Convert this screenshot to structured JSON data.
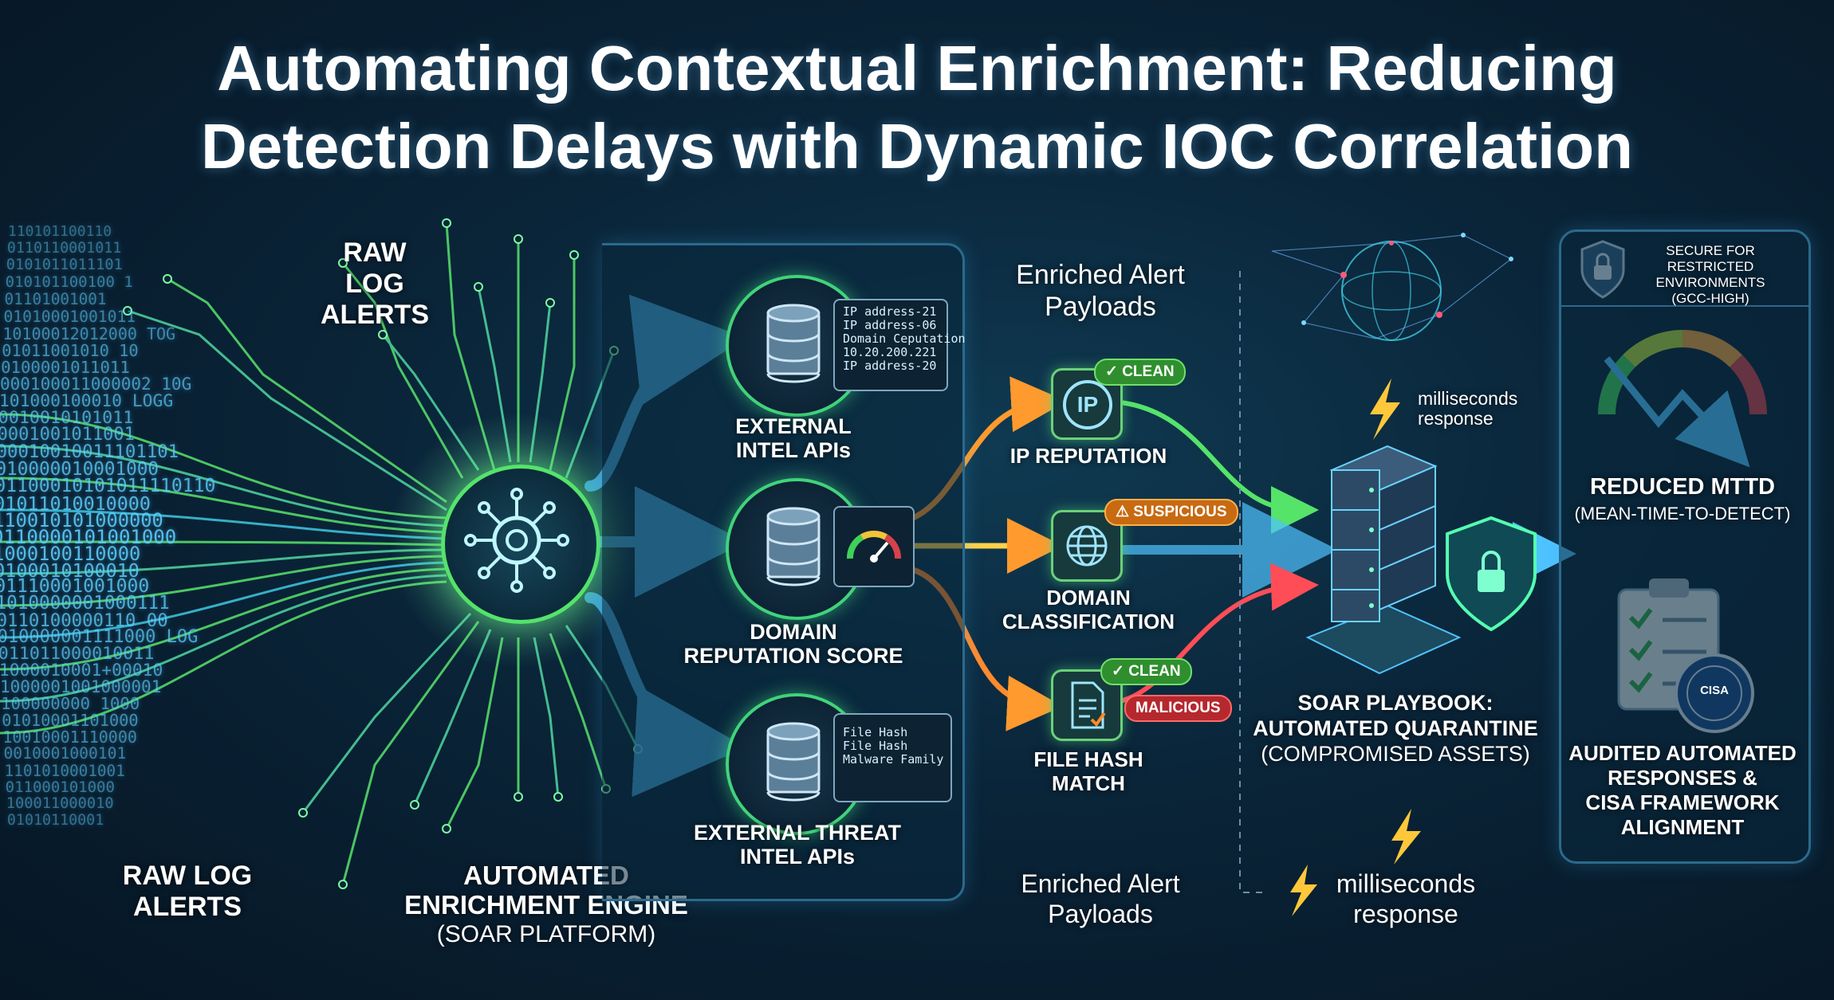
{
  "title": {
    "line1": "Automating Contextual Enrichment: Reducing",
    "line2": "Detection Delays with Dynamic IOC Correlation"
  },
  "left": {
    "raw_top": [
      "RAW",
      "LOG",
      "ALERTS"
    ],
    "raw_bottom": [
      "RAW LOG",
      "ALERTS"
    ],
    "binary_rows": [
      "110101100110",
      "0110110001011",
      "0101011011101",
      "010101100100 1",
      "01101001001",
      "01010001001011",
      "10100012012000 TOG",
      "01011001010 10",
      "0100001011011",
      "000100011000002 10G",
      "101000100010 LOGG",
      "0010010101011",
      "0001001011001",
      "00010010011101101",
      "010000010001000",
      "01100010101011110110",
      "01011010010000",
      "110010101000000",
      "0110000101001000",
      "1000100110000",
      "0100010100010",
      "01110001001000",
      "1010000001000111",
      "0110100000110 00",
      "010000001111000 LOG",
      "011011000010011",
      "1000010001+00010",
      "1000001001000001",
      "100000000 1000",
      "01010001101000",
      "10010001110000",
      "0010001000101",
      "1101010001001",
      "011000101000",
      "100011000010",
      "01010110001"
    ]
  },
  "engine": {
    "lines": [
      "AUTOMATED",
      "ENRICHMENT ENGINE"
    ],
    "sub": "(SOAR PLATFORM)",
    "icon": "gear-network-icon"
  },
  "sources": [
    {
      "icon": "database-icon",
      "label": [
        "EXTERNAL",
        "INTEL APIs"
      ],
      "card": [
        "IP address-21",
        "IP address-06",
        "Domain Ceputation",
        "10.20.200.221",
        "IP address-20"
      ]
    },
    {
      "icon": "database-icon",
      "label": [
        "DOMAIN",
        "REPUTATION SCORE"
      ],
      "card_icon": "gauge-icon"
    },
    {
      "icon": "database-icon",
      "label": [
        "EXTERNAL THREAT",
        "INTEL APIs"
      ],
      "card": [
        "File Hash",
        "File Hash",
        "Malware Family"
      ]
    }
  ],
  "payloads": {
    "top_label": [
      "Enriched Alert",
      "Payloads"
    ],
    "bottom_label": [
      "Enriched Alert",
      "Payloads"
    ],
    "items": [
      {
        "icon": "ip-icon",
        "icon_text": "IP",
        "label": [
          "IP REPUTATION"
        ],
        "badges": [
          {
            "text": "✓ CLEAN",
            "kind": "clean"
          }
        ]
      },
      {
        "icon": "globe-icon",
        "label": [
          "DOMAIN",
          "CLASSIFICATION"
        ],
        "badges": [
          {
            "text": "⚠ SUSPICIOUS",
            "kind": "susp"
          }
        ]
      },
      {
        "icon": "document-icon",
        "label": [
          "FILE HASH",
          "MATCH"
        ],
        "badges": [
          {
            "text": "✓ CLEAN",
            "kind": "clean"
          },
          {
            "text": "MALICIOUS",
            "kind": "mal"
          }
        ]
      }
    ]
  },
  "soar": {
    "lines": [
      "SOAR PLAYBOOK:",
      "AUTOMATED QUARANTINE"
    ],
    "sub": "(COMPROMISED ASSETS)",
    "icon": "server-shield-icon",
    "speed_top": [
      "milliseconds",
      "response"
    ],
    "speed_bottom": [
      "milliseconds",
      "response"
    ]
  },
  "right_panel": {
    "secure": [
      "SECURE FOR RESTRICTED",
      "ENVIRONMENTS",
      "(GCC-HIGH)"
    ],
    "mttd": "REDUCED MTTD",
    "mttd_sub": "(MEAN-TIME-TO-DETECT)",
    "audit": [
      "AUDITED AUTOMATED",
      "RESPONSES &",
      "CISA FRAMEWORK",
      "ALIGNMENT"
    ],
    "seal_text": "CISA"
  },
  "colors": {
    "green": "#41d37a",
    "blue": "#4fc3ff",
    "orange": "#ff9a2e",
    "red": "#ff4d57",
    "panel": "#2b6a8c"
  }
}
